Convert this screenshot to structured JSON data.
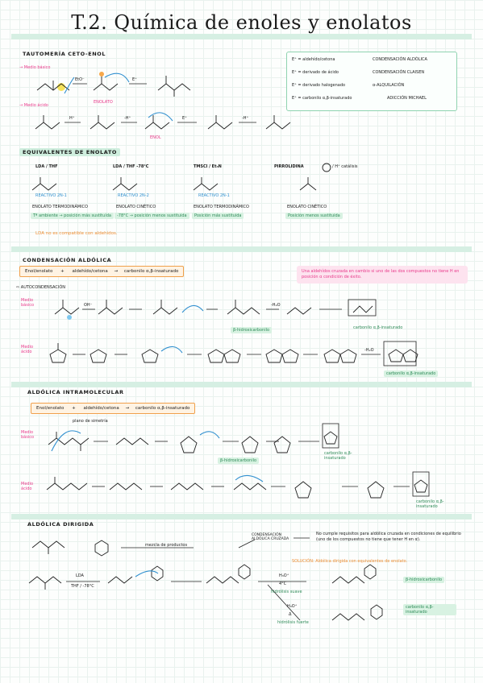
{
  "title": "T.2. Química de enoles y enolatos",
  "sec1": {
    "heading": "TAUTOMERÍA CETO-ENOL",
    "medio_basico": "→ Medio básico",
    "medio_acido": "→ Medio ácido",
    "eto": "EtO⁻",
    "eplus": "E⁺",
    "hplus": "H⁺",
    "minus_hplus": "-H⁺",
    "enolato": "ENOLATO",
    "enol": "ENOL",
    "notes": [
      {
        "lhs": "E⁺ = aldehído/cetona",
        "rhs": "CONDENSACIÓN ALDÓLICA"
      },
      {
        "lhs": "E⁺ = derivado de ácido",
        "rhs": "CONDENSACIÓN CLAISEN"
      },
      {
        "lhs": "E⁺ = derivado halogenado",
        "rhs": "α-ALQUILACIÓN"
      },
      {
        "lhs": "E⁺ = carbonilo α,β-insaturado",
        "rhs": "ADICCIÓN MICHAEL"
      }
    ]
  },
  "sec2": {
    "heading": "EQUIVALENTES DE ENOLATO",
    "cols": [
      {
        "cond": "LDA / THF",
        "tag": "REACTIVO 2N-1",
        "kind": "ENOLATO TERMODINÁMICO",
        "note": "Tª ambiente → posición más sustituída"
      },
      {
        "cond": "LDA / THF -78°C",
        "tag": "REACTIVO 2N-2",
        "kind": "ENOLATO CINÉTICO",
        "note": "-78°C → posición menos sustituida"
      },
      {
        "cond": "TMSCl / Et₃N",
        "tag": "REACTIVO 2N-1",
        "kind": "ENOLATO TERMODINÁMICO",
        "note": "Posición más sustituida"
      },
      {
        "cond": "PIRROLIDINA",
        "tag": "",
        "kind": "ENOLATO CINÉTICO",
        "note": "Posición menos sustituida"
      }
    ],
    "cat": "/ H⁺ catálisis",
    "warning": "LDA no es compatible con aldehídos."
  },
  "sec3": {
    "heading": "CONDENSACIÓN ALDÓLICA",
    "box": {
      "a": "Enol/enolato",
      "plus": "+",
      "b": "aldehído/cetona",
      "c": "carbonilo α,β-insaturado"
    },
    "pink_note": "Una aldehídos cruzada en cambio si uno de las dos compuestos no tiene H en posición α condición de éxito.",
    "auto": "⇨ AUTOCONDENSACIÓN",
    "basico": "Medio básico",
    "acido": "Medio ácido",
    "bhidroxi": "β-hidroxicarbonilo",
    "carbonilo1": "carbonilo α,β-insaturado",
    "carbonilo2": "carbonilo α,β-insaturado",
    "h2o": "-H₂O",
    "oh": "OH⁻"
  },
  "sec4": {
    "heading": "ALDÓLICA INTRAMOLECULAR",
    "box": {
      "a": "Enol/enolato",
      "plus": "+",
      "b": "aldehído/cetona",
      "c": "carbonilo α,β-insaturado"
    },
    "plano": "plano de simetría",
    "basico": "Medio básico",
    "acido": "Medio ácido",
    "bhidroxi": "β-hidroxicarbonilo",
    "carbonilo1": "carbonilo α,β-insaturado",
    "carbonilo2": "carbonilo α,β-insaturado"
  },
  "sec5": {
    "heading": "ALDÓLICA DIRIGIDA",
    "mezcla": "mezcla de productos",
    "cruzada": "CONDENSACIÓN ALDÓLICA CRUZADA",
    "no_cumple": "No cumple requisitos para aldólica cruzada en condiciones de equilibrio (uno de los compuestos no tiene que tener H en α).",
    "solucion": "SOLUCIÓN: Aldólica dirigida con equivalentes de enolato.",
    "lda": "LDA",
    "thf": "THF / -78°C",
    "h3o": "H₃O⁺",
    "c4": "4°C",
    "hidrolisis_suave": "hidrólisis suave",
    "h3o2": "H₃O⁺",
    "delta": "Δ",
    "hidrolisis_fuerte": "hidrólisis fuerte",
    "bhidroxi": "β-hidroxicarbonilo",
    "carbonilo": "carbonilo α,β-insaturado"
  }
}
